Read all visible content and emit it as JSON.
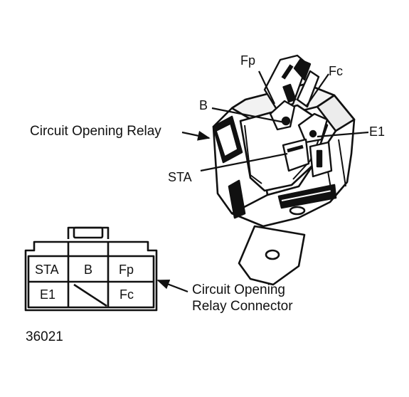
{
  "labels": {
    "relay": "Circuit Opening Relay",
    "connector_line1": "Circuit Opening",
    "connector_line2": "Relay Connector",
    "fig_code": "36021"
  },
  "relay_pins": {
    "fp": "Fp",
    "fc": "Fc",
    "b": "B",
    "e1": "E1",
    "sta": "STA"
  },
  "connector_pins": {
    "sta": "STA",
    "b": "B",
    "fp": "Fp",
    "e1": "E1",
    "fc": "Fc"
  }
}
